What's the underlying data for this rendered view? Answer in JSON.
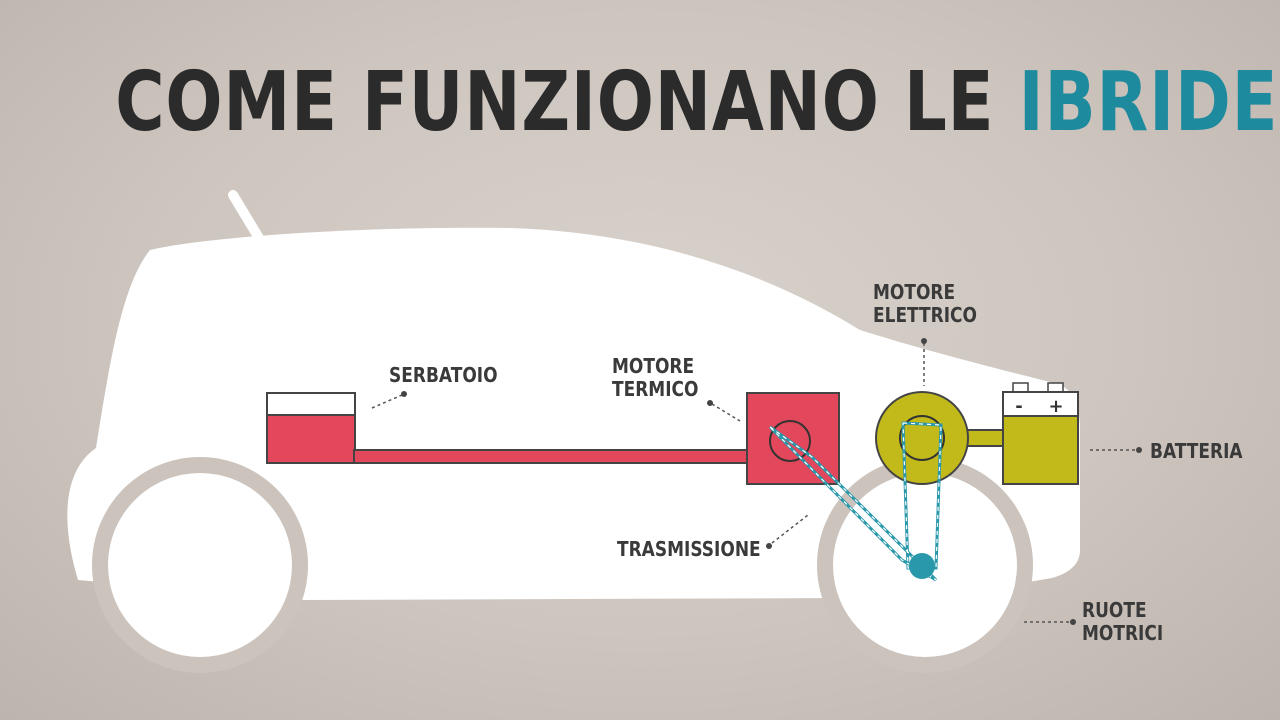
{
  "title": {
    "prefix": "COME FUNZIONANO LE ",
    "highlight": "IBRIDE",
    "suffix": "?"
  },
  "labels": {
    "serbatoio": "SERBATOIO",
    "motore_termico_1": "MOTORE",
    "motore_termico_2": "TERMICO",
    "motore_elettrico_1": "MOTORE",
    "motore_elettrico_2": "ELETTRICO",
    "batteria": "BATTERIA",
    "trasmissione": "TRASMISSIONE",
    "ruote_motrici_1": "RUOTE",
    "ruote_motrici_2": "MOTRICI"
  },
  "battery_terminals": {
    "negative": "-",
    "positive": "+"
  },
  "colors": {
    "highlight": "#1e8a9e",
    "fuel": "#e3475b",
    "electric": "#c2ba1b",
    "belt": "#2a98ab",
    "car": "#ffffff",
    "text": "#2b2b2b"
  }
}
